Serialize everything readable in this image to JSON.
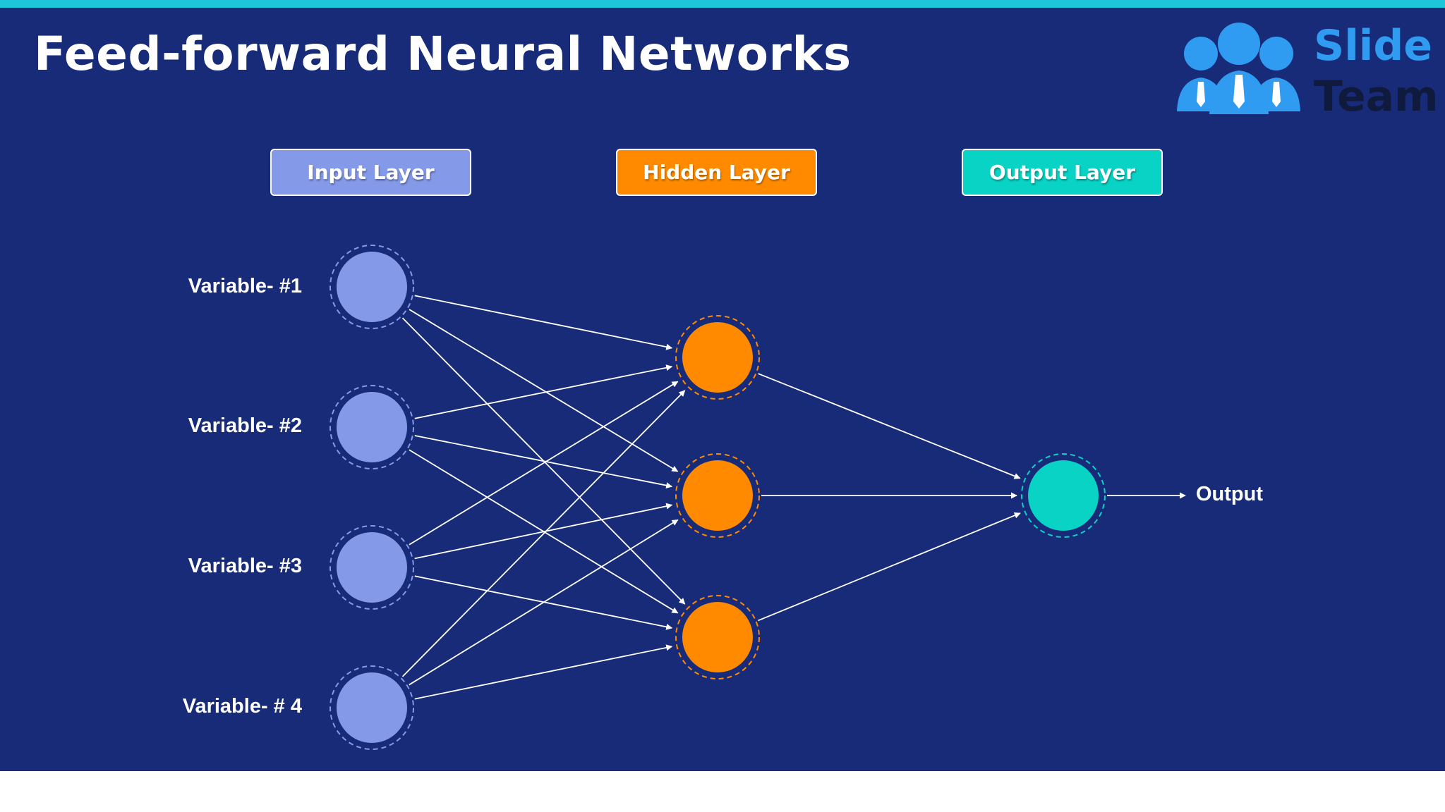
{
  "title": "Feed-forward Neural Networks",
  "logo": {
    "line1": "Slide",
    "line2": "Team",
    "icon": "people-group-icon"
  },
  "layers": {
    "input": "Input Layer",
    "hidden": "Hidden Layer",
    "output": "Output Layer"
  },
  "variables": [
    "Variable- #1",
    "Variable- #2",
    "Variable- #3",
    "Variable- # 4"
  ],
  "output_label": "Output",
  "colors": {
    "background": "#182b78",
    "accent_bar": "#1fc6d9",
    "input_node": "#8499e8",
    "hidden_node": "#ff8a00",
    "output_node": "#08d3c4",
    "logo_blue": "#2f9cf2"
  }
}
